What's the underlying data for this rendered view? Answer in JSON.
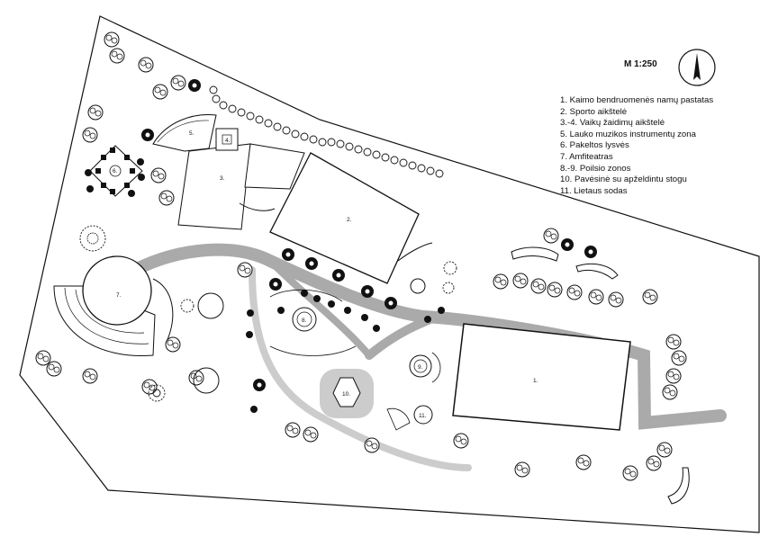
{
  "scale_label": "M 1:250",
  "legend": [
    "1. Kaimo bendruomenės namų pastatas",
    "2. Sporto aikštelė",
    "3.-4. Vaikų žaidimų aikštelė",
    "5. Lauko muzikos instrumentų zona",
    "6. Pakeltos lysvės",
    "7. Amfiteatras",
    "8.-9. Poilsio zonos",
    "10. Pavėsinė su apželdintu stogu",
    "11. Lietaus sodas"
  ],
  "map_labels": {
    "n1": "1.",
    "n2": "2.",
    "n3": "3.",
    "n4": "4.",
    "n5": "5.",
    "n6": "6.",
    "n7": "7.",
    "n8": "8.",
    "n9": "9.",
    "n10": "10.",
    "n11": "11."
  },
  "icons": {
    "north": "north-arrow-icon"
  }
}
